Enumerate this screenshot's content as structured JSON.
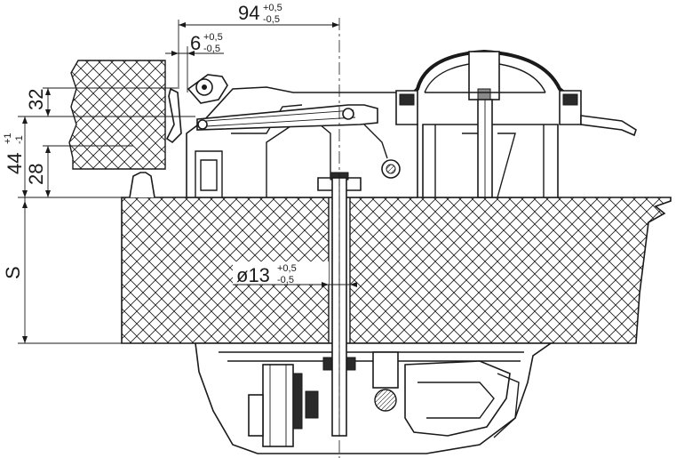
{
  "dimensions": {
    "width_94": {
      "value": "94",
      "tol_upper": "+0,5",
      "tol_lower": "-0,5"
    },
    "width_6": {
      "value": "6",
      "tol_upper": "+0,5",
      "tol_lower": "-0,5"
    },
    "height_32": {
      "value": "32"
    },
    "height_44": {
      "value": "44",
      "tol_upper": "+1",
      "tol_lower": "-1"
    },
    "height_28": {
      "value": "28"
    },
    "thickness_s": {
      "value": "S"
    },
    "bore_13": {
      "value": "ø13",
      "tol_upper": "+0,5",
      "tol_lower": "-0,5"
    }
  },
  "colors": {
    "line": "#1a1a1a",
    "background": "#ffffff",
    "fill_dark": "#2a2a2a",
    "fill_grey": "#8a8a8a"
  }
}
